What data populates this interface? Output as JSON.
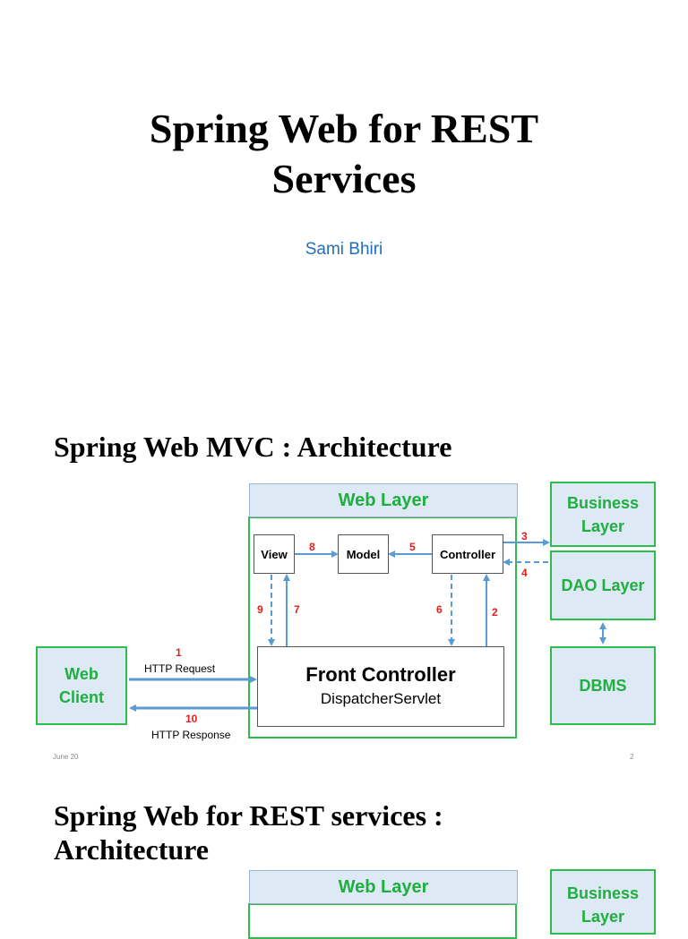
{
  "slide1": {
    "title_line1": "Spring Web for REST",
    "title_line2": "Services",
    "author": "Sami Bhiri"
  },
  "slide2": {
    "title": "Spring Web MVC : Architecture",
    "web_layer": "Web Layer",
    "business_layer_line1": "Business",
    "business_layer_line2": "Layer",
    "dao_layer": "DAO Layer",
    "dbms": "DBMS",
    "web_client_line1": "Web",
    "web_client_line2": "Client",
    "view": "View",
    "model": "Model",
    "controller": "Controller",
    "front_controller": "Front Controller",
    "dispatcher": "DispatcherServlet",
    "http_request": "HTTP Request",
    "http_response": "HTTP Response",
    "steps": [
      "1",
      "2",
      "3",
      "4",
      "5",
      "6",
      "7",
      "8",
      "9",
      "10"
    ],
    "footer_date": "June 20",
    "footer_page": "2"
  },
  "slide3": {
    "title_line1": "Spring Web for REST services :",
    "title_line2": "Architecture",
    "web_layer": "Web Layer",
    "business_layer_line1": "Business",
    "business_layer_line2": "Layer"
  },
  "colors": {
    "green": "#2ebd4c",
    "box_fill": "#dde9f4",
    "arrow": "#5b9bd5",
    "step_number": "#e02020",
    "author": "#1f6fbf"
  }
}
